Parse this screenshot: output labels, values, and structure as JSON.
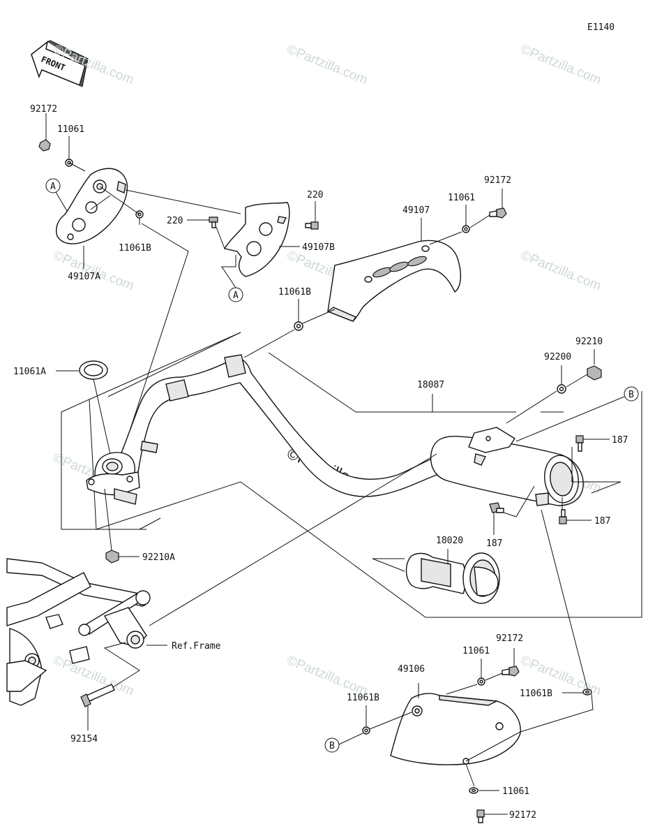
{
  "diagram_code": "E1140",
  "front_label": "FRONT",
  "watermark": "©Partzilla.com",
  "ref_frame": "Ref.Frame",
  "parts": {
    "p92172_a": "92172",
    "p11061_a": "11061",
    "p49107A": "49107A",
    "p11061B_a": "11061B",
    "p220_a": "220",
    "p220_b": "220",
    "p49107B": "49107B",
    "p49107": "49107",
    "p11061_b": "11061",
    "p92172_b": "92172",
    "p11061B_b": "11061B",
    "p11061A": "11061A",
    "p92210": "92210",
    "p92200": "92200",
    "p18087": "18087",
    "p187_a": "187",
    "p187_b": "187",
    "p187_c": "187",
    "p18020": "18020",
    "p92210A": "92210A",
    "p92154": "92154",
    "p92172_c": "92172",
    "p11061_c": "11061",
    "p49106": "49106",
    "p11061B_c": "11061B",
    "p11061B_d": "11061B",
    "p11061_d": "11061",
    "p92172_d": "92172"
  },
  "callouts": {
    "A1": "A",
    "A2": "A",
    "B1": "B",
    "B2": "B"
  }
}
